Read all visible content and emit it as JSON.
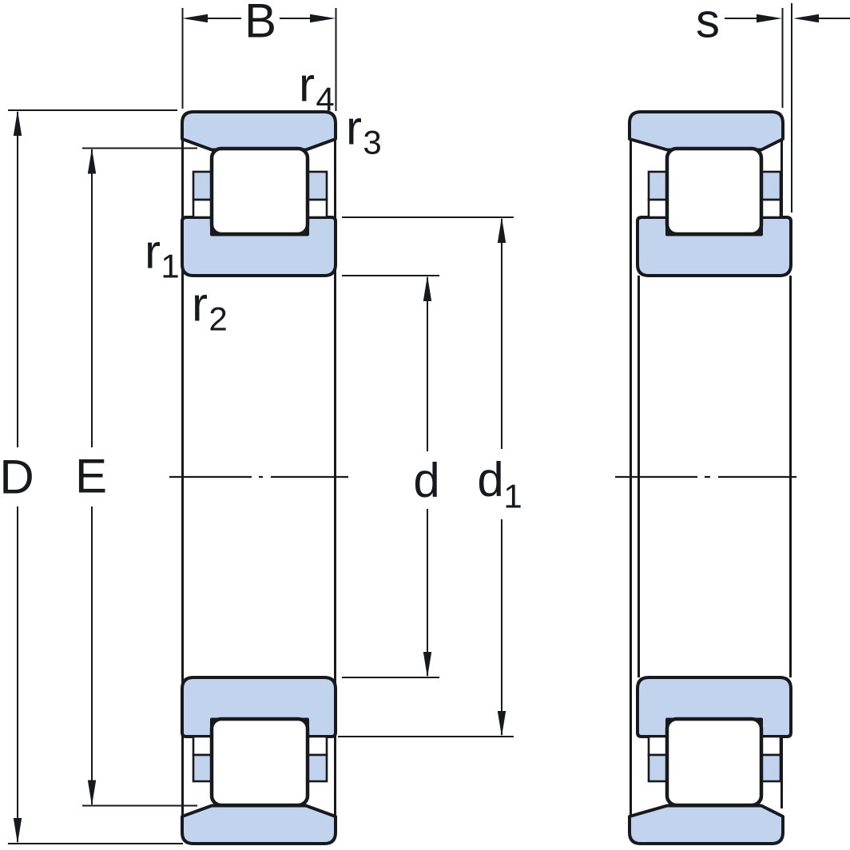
{
  "colors": {
    "line-color": "#17191d",
    "part-fill": "#c2d3ee",
    "background": "#ffffff"
  },
  "labels": {
    "width_B": "B",
    "outer_diameter_D": "D",
    "outer_raceway_diameter_E": "E",
    "bore_diameter_d": "d",
    "inner_shoulder_diameter_d1_base": "d",
    "inner_shoulder_diameter_d1_sub": "1",
    "axial_displacement_s": "s",
    "radius_r1_base": "r",
    "radius_r1_sub": "1",
    "radius_r2_base": "r",
    "radius_r2_sub": "2",
    "radius_r3_base": "r",
    "radius_r3_sub": "3",
    "radius_r4_base": "r",
    "radius_r4_sub": "4"
  }
}
